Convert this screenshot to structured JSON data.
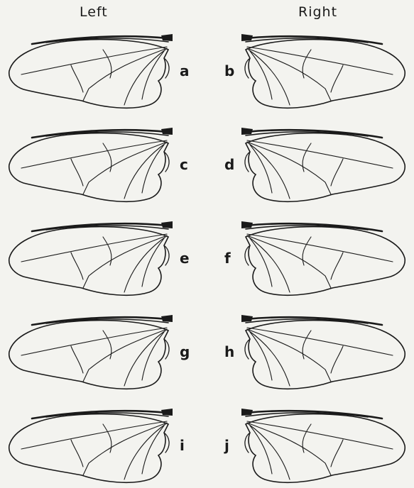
{
  "headers": {
    "left": "Left",
    "right": "Right"
  },
  "rows": [
    {
      "left_label": "a",
      "right_label": "b"
    },
    {
      "left_label": "c",
      "right_label": "d"
    },
    {
      "left_label": "e",
      "right_label": "f"
    },
    {
      "left_label": "g",
      "right_label": "h"
    },
    {
      "left_label": "i",
      "right_label": "j"
    }
  ],
  "colors": {
    "ink": "#1a1a1a",
    "paper": "#f3f3ef"
  }
}
